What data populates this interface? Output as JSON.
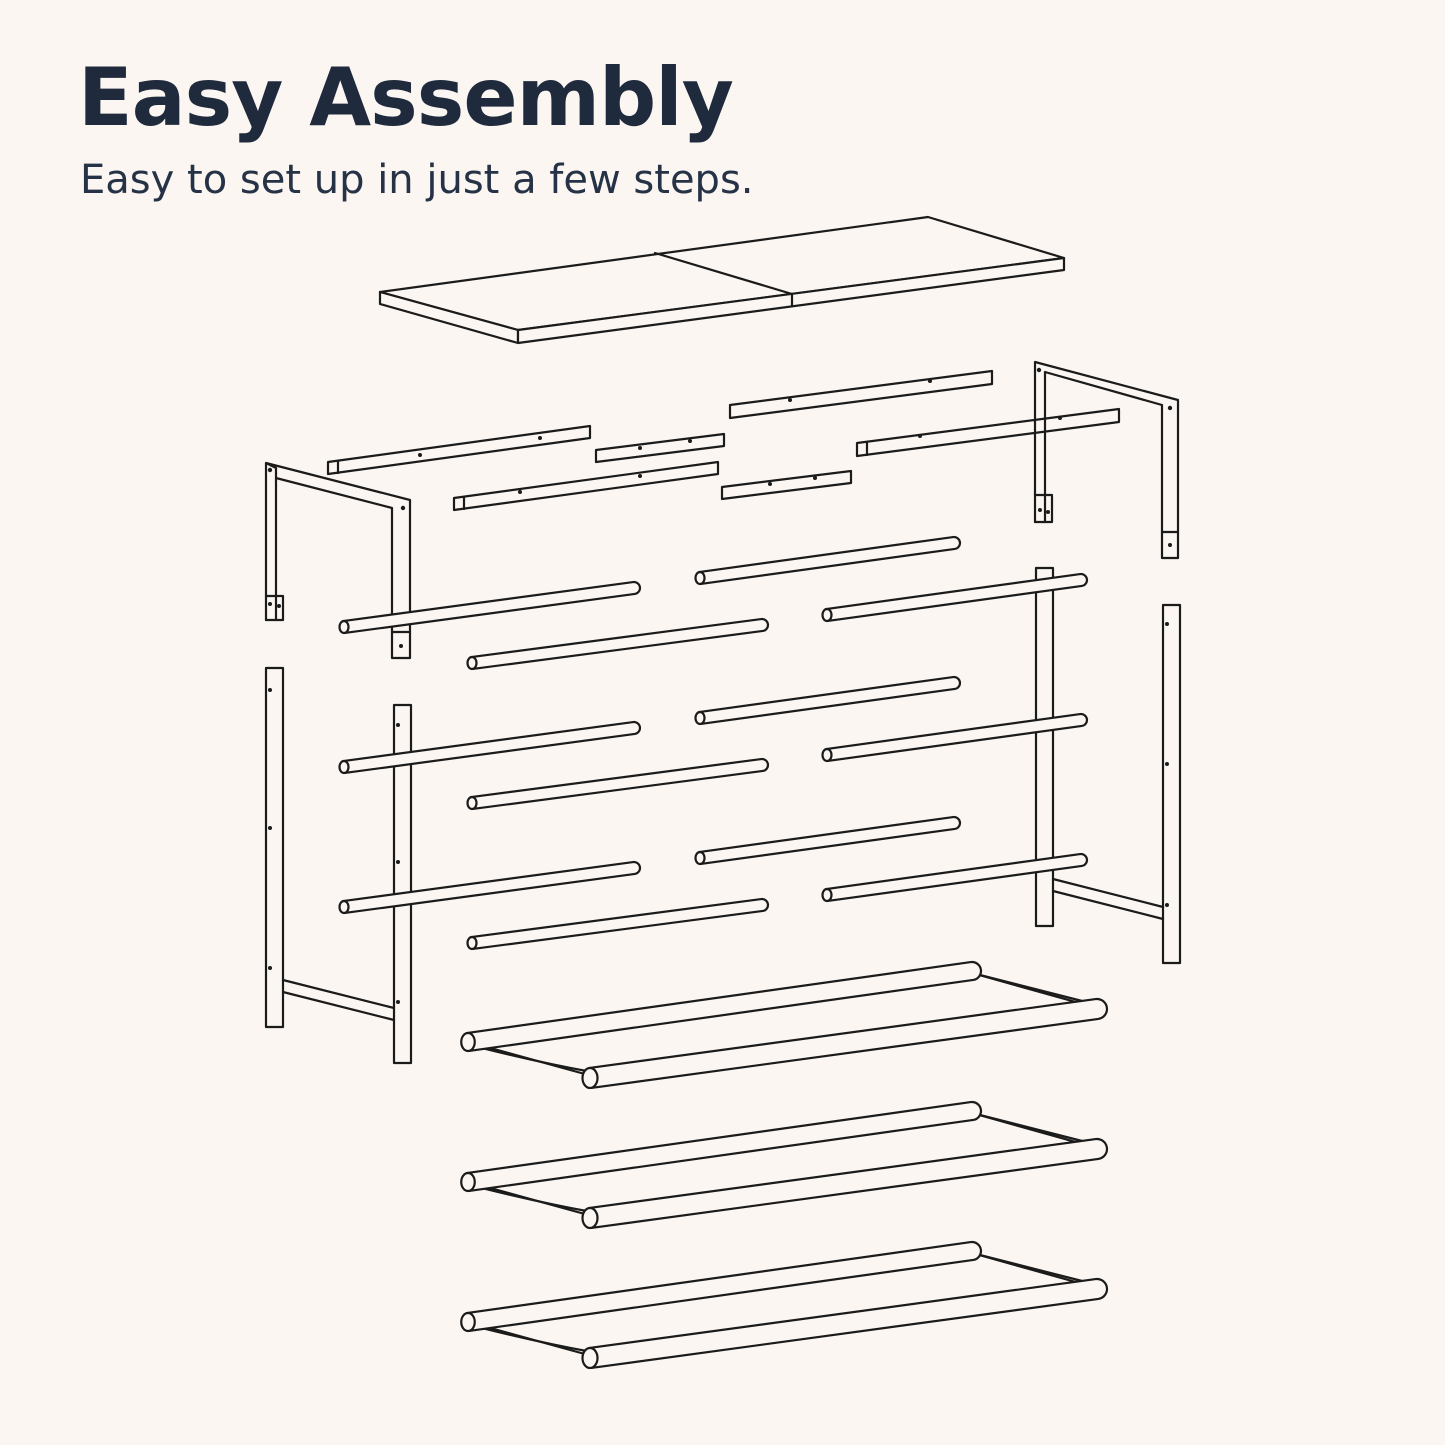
{
  "header": {
    "title": "Easy Assembly",
    "subtitle": "Easy to set up in just a few steps."
  },
  "diagram": {
    "type": "exploded-view",
    "parts": [
      "top-board",
      "support-bar",
      "frame",
      "rod",
      "shelf-tier"
    ]
  },
  "colors": {
    "background": "#fbf6f2",
    "text": "#1f2a3c",
    "line": "#1b1b1b"
  }
}
